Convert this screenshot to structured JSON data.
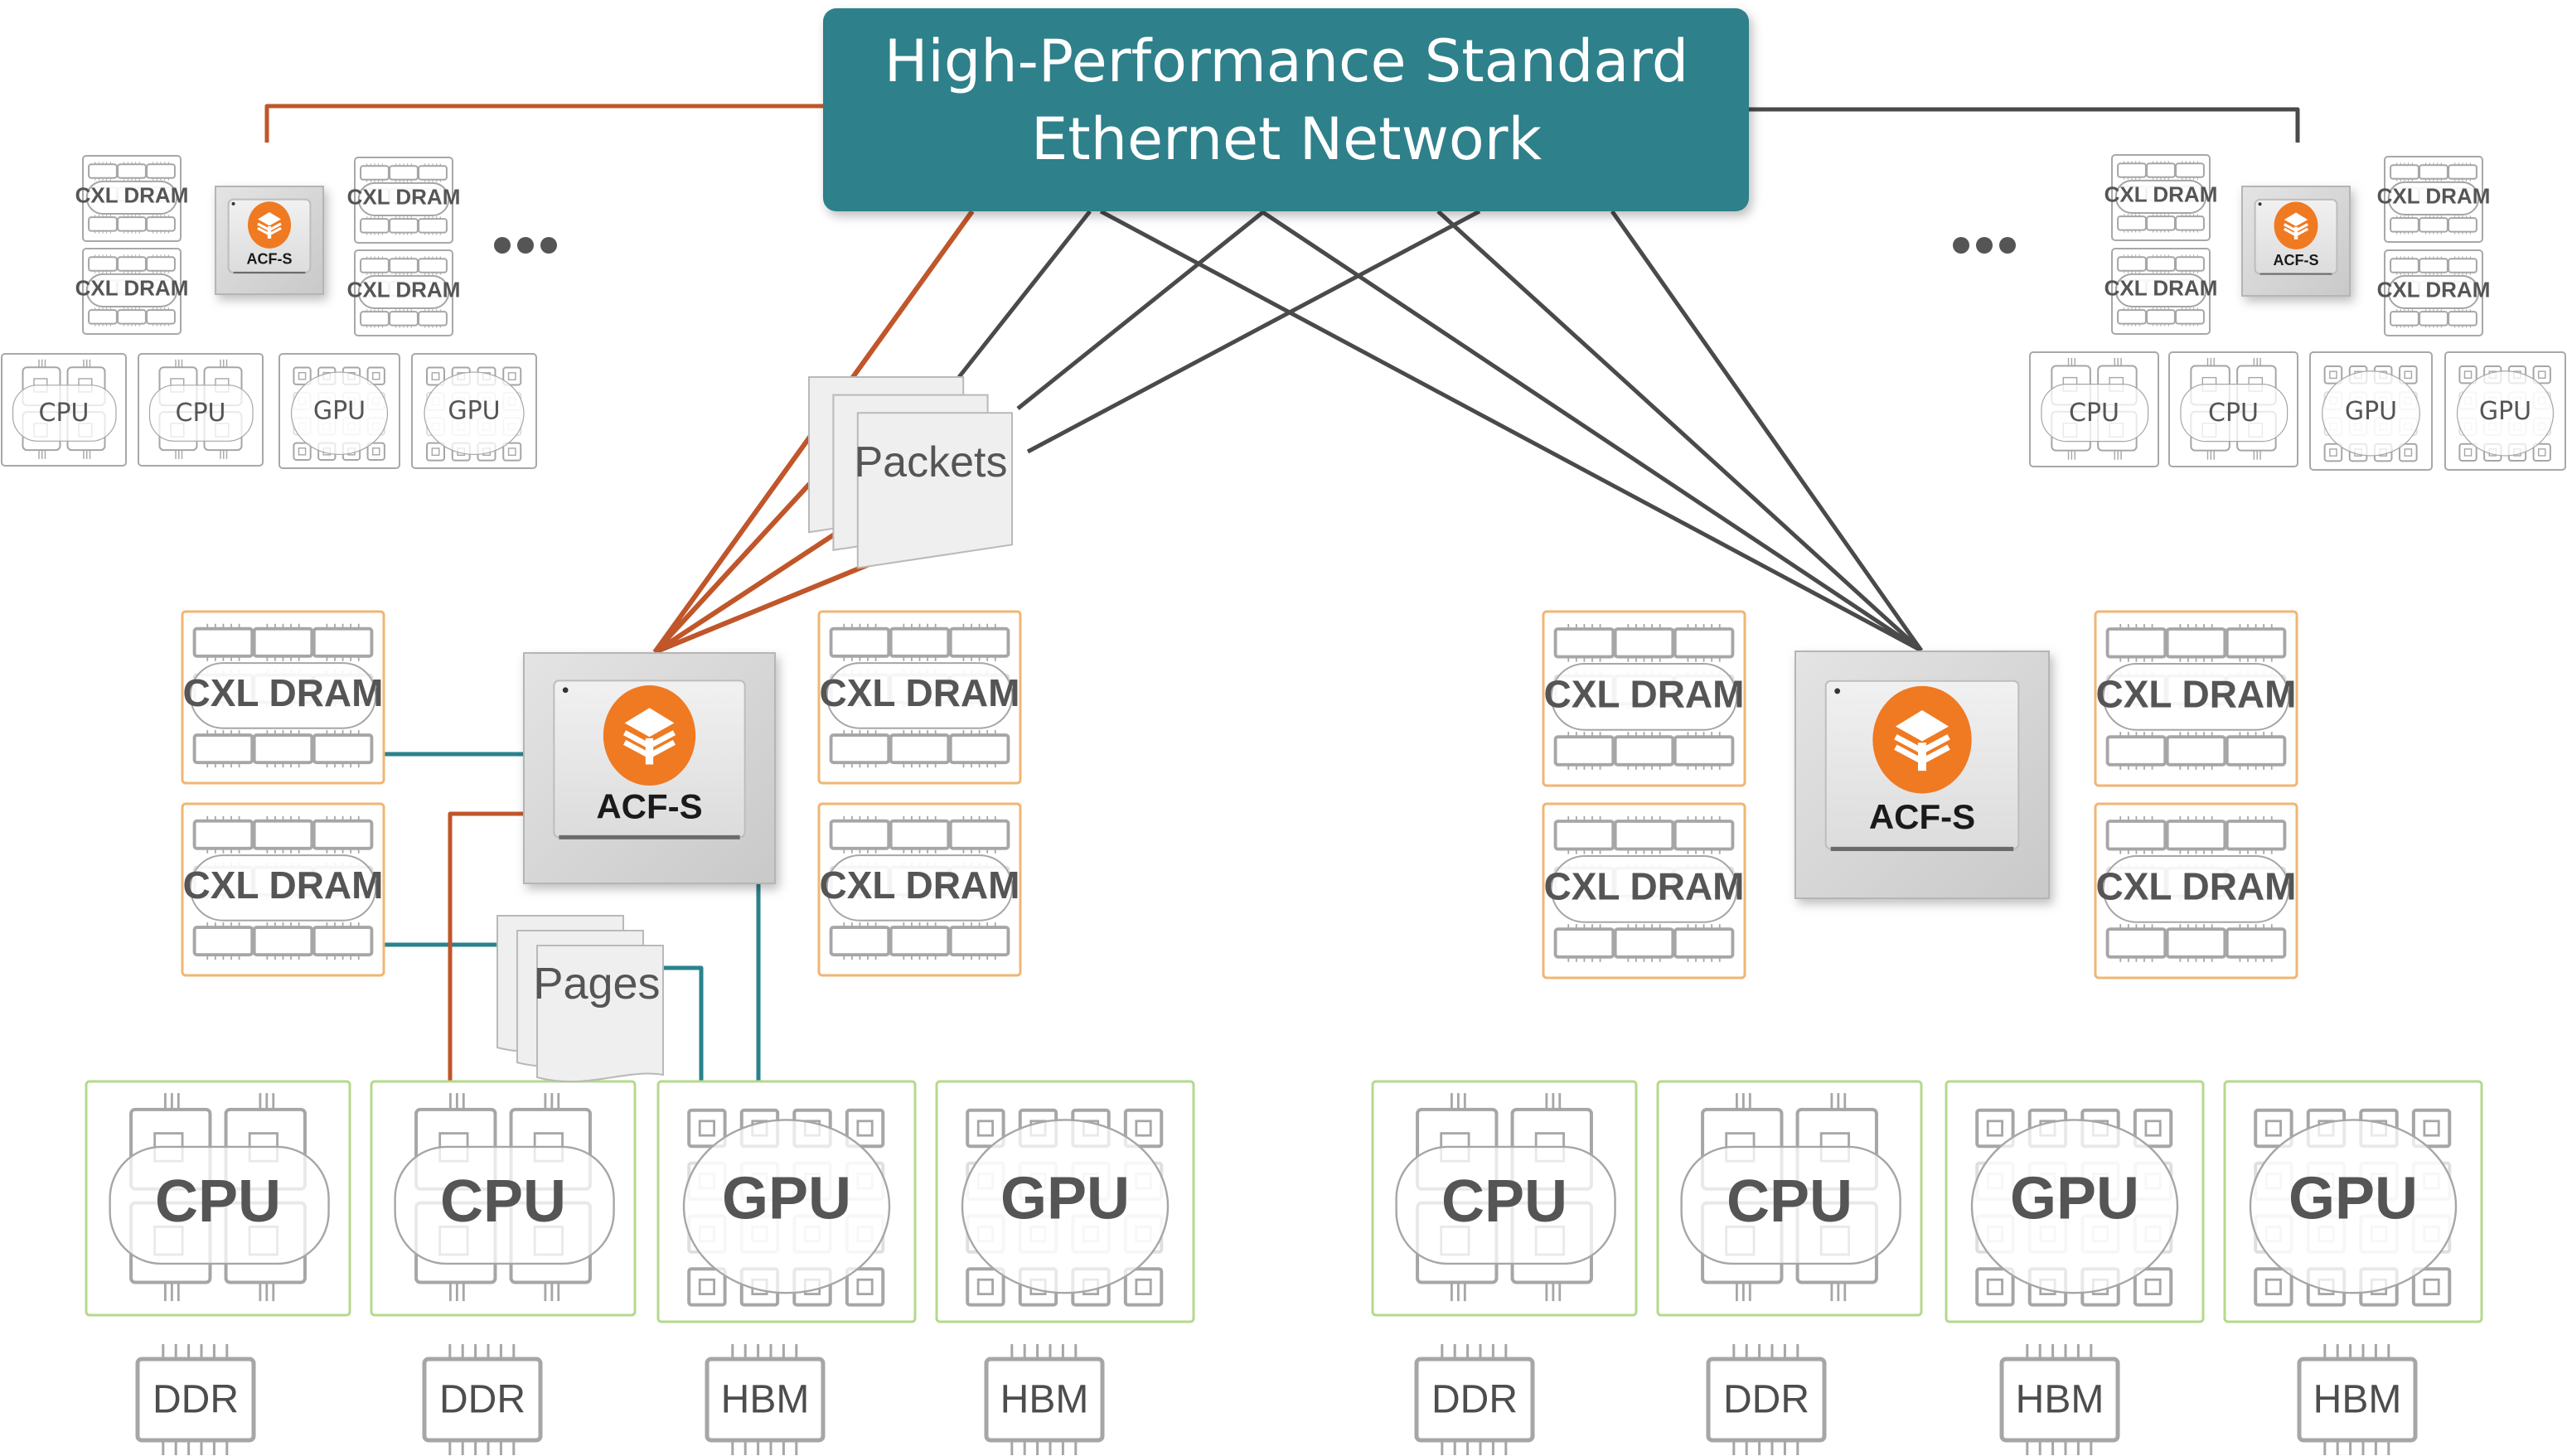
{
  "network": {
    "title_line1": "High-Performance Standard",
    "title_line2": "Ethernet Network"
  },
  "colors": {
    "network_fill": "#2f808a",
    "orange_link": "#c0562a",
    "teal_link": "#2a828c",
    "dark_link": "#4a4a4a",
    "cxl_border": "#f0b673",
    "compute_border": "#b4d98c",
    "chip_gray": "#a6a6a6",
    "acf_logo": "#ef7a22"
  },
  "legend_ellipsis": "•••",
  "small_clusters": [
    {
      "id": "top-left",
      "acf_label": "ACF-S",
      "cxl_labels": [
        "CXL DRAM",
        "CXL DRAM",
        "CXL DRAM",
        "CXL DRAM"
      ],
      "compute": [
        "CPU",
        "CPU",
        "GPU",
        "GPU"
      ]
    },
    {
      "id": "top-right",
      "acf_label": "ACF-S",
      "cxl_labels": [
        "CXL DRAM",
        "CXL DRAM",
        "CXL DRAM",
        "CXL DRAM"
      ],
      "compute": [
        "CPU",
        "CPU",
        "GPU",
        "GPU"
      ]
    }
  ],
  "large_clusters": [
    {
      "id": "left",
      "acf_label": "ACF-S",
      "cxl_labels": [
        "CXL DRAM",
        "CXL DRAM",
        "CXL DRAM",
        "CXL DRAM"
      ],
      "compute": [
        "CPU",
        "CPU",
        "GPU",
        "GPU"
      ],
      "memory": [
        "DDR",
        "DDR",
        "HBM",
        "HBM"
      ]
    },
    {
      "id": "right",
      "acf_label": "ACF-S",
      "cxl_labels": [
        "CXL DRAM",
        "CXL DRAM",
        "CXL DRAM",
        "CXL DRAM"
      ],
      "compute": [
        "CPU",
        "CPU",
        "GPU",
        "GPU"
      ],
      "memory": [
        "DDR",
        "DDR",
        "HBM",
        "HBM"
      ]
    }
  ],
  "annotations": {
    "packets": "Packets",
    "pages": "Pages"
  }
}
